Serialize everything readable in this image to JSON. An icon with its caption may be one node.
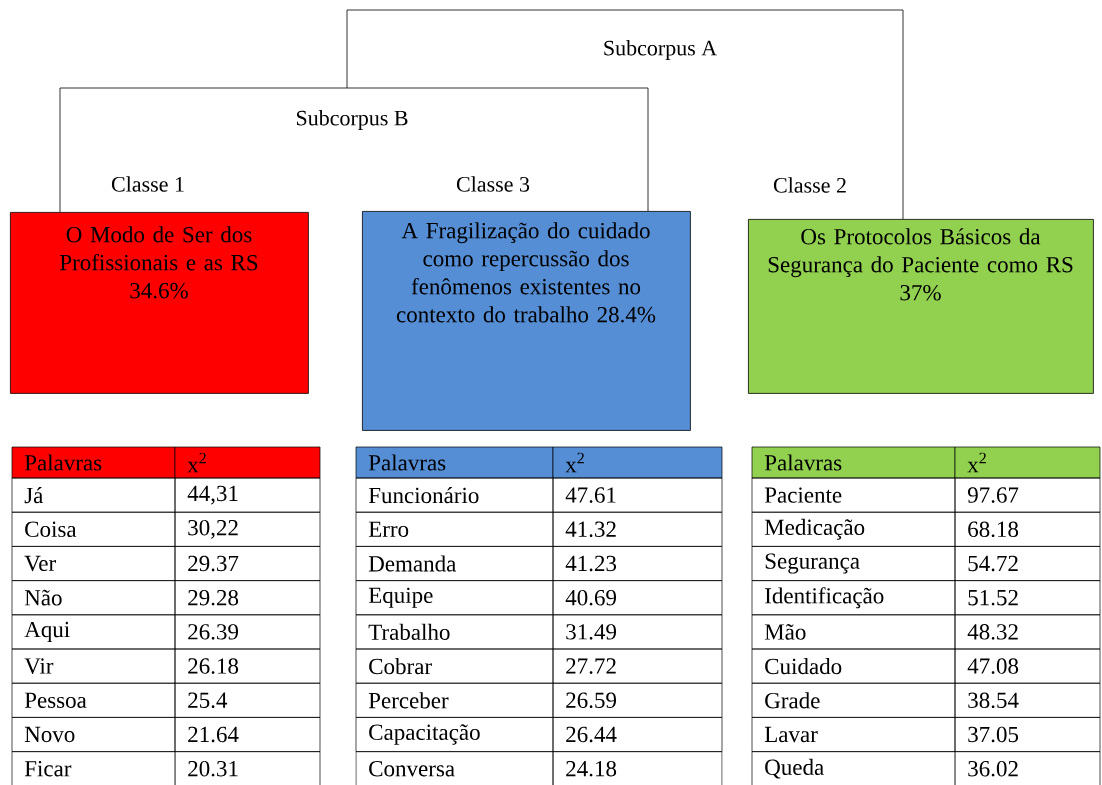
{
  "diagram": {
    "nodes": [
      {
        "text": [
          "Classe 1",
          "O Modo de Ser dos Profissionais e as RS",
          "34.6%"
        ]
      },
      {
        "text": [
          "Classe 3",
          "A Fragilização do cuidado como repercussão dos fenômenos existentes no contexto do trabalho 28.4%"
        ]
      },
      {
        "text": [
          "Classe 2",
          "Os Protocolos Básicos da Segurança do Paciente como RS",
          "37%"
        ]
      }
    ],
    "edges": [
      {
        "from": 0,
        "to": 1,
        "arrow": "none",
        "label": "Subcorpus B"
      },
      {
        "from": null,
        "to": 2,
        "arrow": "none",
        "label": "Subcorpus A"
      }
    ],
    "labels": [
      "Palavras",
      "x$^{2}$",
      "Já",
      "44,31",
      "Coisa",
      "30,22",
      "Ver",
      "29.37",
      "Não",
      "29.28",
      "Aqui",
      "26.39",
      "Vir",
      "26.18",
      "Pessoa",
      "25.4",
      "Novo",
      "21.64",
      "Ficar",
      "20.31",
      "Palavras",
      "x$^{2}$",
      "Funcionário",
      "47.61",
      "Erro",
      "41.32",
      "Demanda",
      "41.23",
      "Equipe",
      "40.69",
      "Trabalho",
      "31.49",
      "Cobrar",
      "27.72",
      "Perceber",
      "26.59",
      "Capacitação",
      "26.44",
      "Conversa",
      "24.18",
      "Palavras",
      "x$^{2}$",
      "Paciente",
      "97.67",
      "Medicação",
      "68.18",
      "Segurança",
      "54.72",
      "Identificação",
      "51.52",
      "Mão",
      "48.32",
      "Cuidado",
      "47.08",
      "Grade",
      "38.54",
      "Lavar",
      "37.05",
      "Queda",
      "36.02"
    ]
  }
}
